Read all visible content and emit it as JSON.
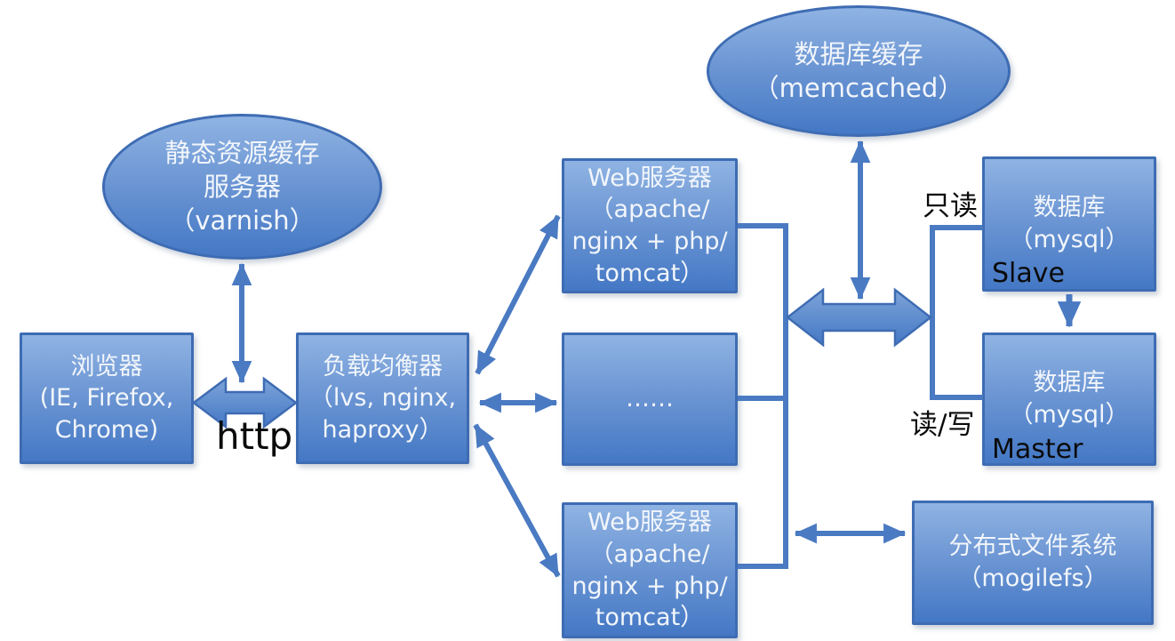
{
  "diagram": {
    "type": "architecture-flow-diagram",
    "colors": {
      "node_fill_top": "#8fb3e3",
      "node_fill_bottom": "#4478c5",
      "node_border": "#3e6cb3",
      "arrow": "#4a7ac2",
      "thick_arrow_fill": "#5083c7",
      "node_text": "#f2f6fb",
      "edge_label_text": "#0b0b0b",
      "background": "#ffffff"
    },
    "nodes": {
      "varnish_cache": {
        "shape": "ellipse",
        "label": "静态资源缓存\n服务器\n（varnish）"
      },
      "memcached_cache": {
        "shape": "ellipse",
        "label": "数据库缓存\n（memcached）"
      },
      "browser": {
        "shape": "rect",
        "label": "浏览器\n(IE, Firefox,\nChrome)"
      },
      "load_balancer": {
        "shape": "rect",
        "label": "负载均衡器\n（lvs, nginx,\nhaproxy）"
      },
      "web_server_top": {
        "shape": "rect",
        "label": "Web服务器\n（apache/\nnginx + php/\ntomcat）"
      },
      "more_servers": {
        "shape": "rect",
        "label": "……"
      },
      "web_server_bottom": {
        "shape": "rect",
        "label": "Web服务器\n（apache/\nnginx + php/\ntomcat）"
      },
      "db_slave": {
        "shape": "rect",
        "label": "数据库\n（mysql）",
        "role": "Slave"
      },
      "db_master": {
        "shape": "rect",
        "label": "数据库\n（mysql）",
        "role": "Master"
      },
      "distributed_fs": {
        "shape": "rect",
        "label": "分布式文件系统\n（mogilefs）"
      }
    },
    "edge_labels": {
      "http": "http",
      "read_only": "只读",
      "read_write": "读/写"
    },
    "edges": [
      {
        "from": "browser",
        "to": "load_balancer",
        "style": "thick-double-arrow",
        "label": "http"
      },
      {
        "from": "varnish_cache",
        "to": "http-arrow",
        "style": "double-arrow"
      },
      {
        "from": "load_balancer",
        "to": "web_server_top",
        "style": "double-arrow"
      },
      {
        "from": "load_balancer",
        "to": "more_servers",
        "style": "double-arrow"
      },
      {
        "from": "load_balancer",
        "to": "web_server_bottom",
        "style": "double-arrow"
      },
      {
        "from": "web-servers-bus",
        "to": "db-bracket",
        "style": "thick-double-arrow"
      },
      {
        "from": "memcached_cache",
        "to": "db-thick-arrow",
        "style": "double-arrow"
      },
      {
        "from": "db-bracket-top",
        "to": "db_slave",
        "style": "line",
        "label": "只读"
      },
      {
        "from": "db-bracket-bottom",
        "to": "db_master",
        "style": "line",
        "label": "读/写"
      },
      {
        "from": "db_slave",
        "to": "db_master",
        "style": "single-arrow-down"
      },
      {
        "from": "web-servers-bus",
        "to": "distributed_fs",
        "style": "double-arrow"
      }
    ]
  }
}
